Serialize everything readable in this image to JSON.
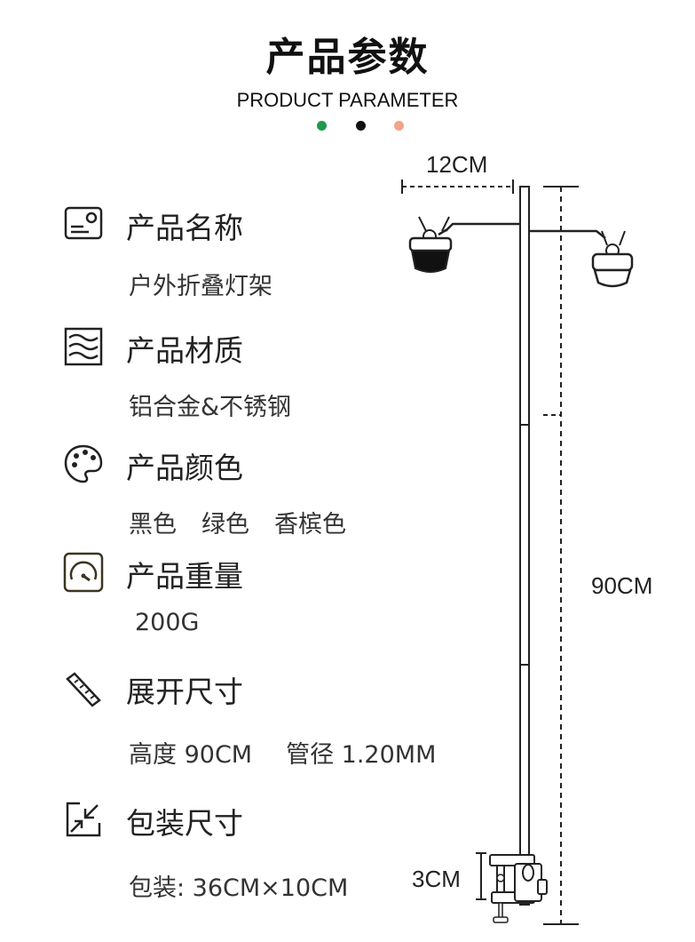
{
  "header": {
    "title": "产品参数",
    "subtitle": "PRODUCT PARAMETER",
    "dot_colors": [
      "#1e9a4a",
      "#111111",
      "#f0a488"
    ]
  },
  "specs": [
    {
      "icon": "id-card-icon",
      "label": "产品名称",
      "value": "户外折叠灯架"
    },
    {
      "icon": "wave-material-icon",
      "label": "产品材质",
      "value": "铝合金&不锈钢"
    },
    {
      "icon": "palette-icon",
      "label": "产品颜色",
      "values": [
        "黑色",
        "绿色",
        "香槟色"
      ]
    },
    {
      "icon": "gauge-icon",
      "label": "产品重量",
      "value": "200G"
    },
    {
      "icon": "ruler-icon",
      "label": "展开尺寸",
      "parts": [
        "高度 90CM",
        "管径 1.20MM"
      ]
    },
    {
      "icon": "compress-arrows-icon",
      "label": "包装尺寸",
      "value": "包装: 36CM×10CM"
    }
  ],
  "diagram": {
    "arm_width": "12CM",
    "height": "90CM",
    "clamp": "3CM"
  }
}
